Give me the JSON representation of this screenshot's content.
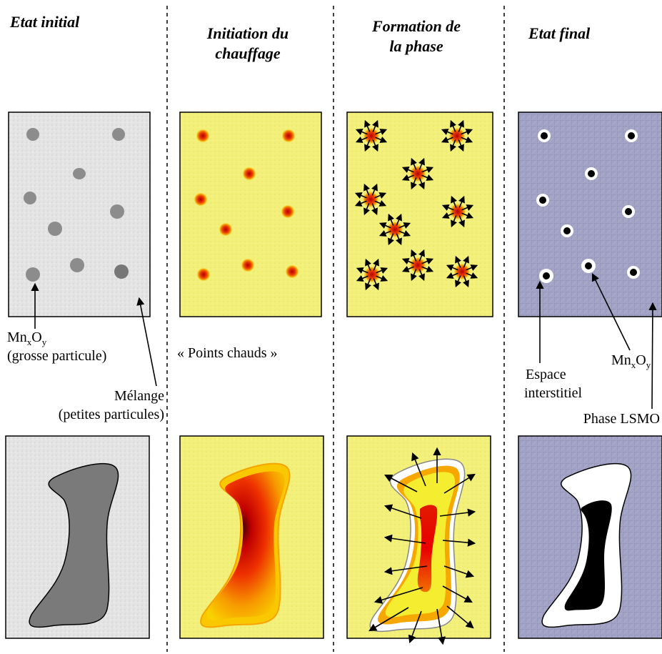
{
  "headers": {
    "col1": "Etat initial",
    "col2_line1": "Initiation du",
    "col2_line2": "chauffage",
    "col3_line1": "Formation de",
    "col3_line2": "la phase",
    "col4": "Etat final"
  },
  "labels": {
    "mnxoy_base": "Mn",
    "mnxoy_x": "x",
    "mnxoy_o": "O",
    "mnxoy_y": "y",
    "grosse_particule": "(grosse particule)",
    "melange": "Mélange",
    "petites_particules": "(petites particules)",
    "points_chauds": "« Points chauds »",
    "espace": "Espace",
    "interstitiel": "interstitiel",
    "phase_lsmo": "Phase LSMO"
  },
  "colors": {
    "gray_panel": "#e6e6e6",
    "yellow_panel": "#f3f27a",
    "blue_panel": "#9f9fc3",
    "particle_gray": "#8a8a8a",
    "hot_core": "#d40000"
  }
}
